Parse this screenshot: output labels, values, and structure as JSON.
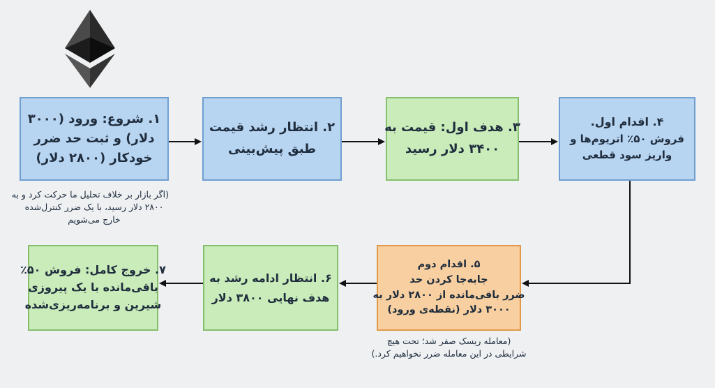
{
  "logo": {
    "name": "ethereum-logo-icon"
  },
  "steps": [
    {
      "id": "b1",
      "color": "blue",
      "lines": [
        "۱. شروع: ورود (۳۰۰۰",
        "دلار) و ثبت حد ضرر",
        "خودکار (۲۸۰۰ دلار)"
      ]
    },
    {
      "id": "b2",
      "color": "blue",
      "lines": [
        "۲. انتظار رشد قیمت",
        "طبق پیش‌بینی"
      ]
    },
    {
      "id": "b3",
      "color": "green",
      "lines": [
        "۳. هدف اول: قیمت به",
        "۳۴۰۰ دلار رسید"
      ]
    },
    {
      "id": "b4",
      "color": "blue",
      "lines": [
        "۴. اقدام اول.",
        "فروش ۵۰٪ اتریوم‌ها و",
        "واریز سود قطعی"
      ]
    },
    {
      "id": "b5",
      "color": "orange",
      "lines": [
        "۵. اقدام دوم",
        "جابه‌جا کردن حد",
        "ضرر باقی‌مانده از ۲۸۰۰ دلار به",
        "۳۰۰۰ دلار (نقطه‌ی ورود)"
      ]
    },
    {
      "id": "b6",
      "color": "green",
      "lines": [
        "۶. انتظار ادامه رشد به",
        "هدف نهایی ۳۸۰۰ دلار"
      ]
    },
    {
      "id": "b7",
      "color": "green",
      "lines": [
        "۷. خروج کامل: فروش ۵۰٪",
        "باقی‌مانده با یک پیروزی",
        "شیرین و برنامه‌ریزی‌شده"
      ]
    }
  ],
  "notes": {
    "note1": [
      "(اگر بازار بر خلاف تحلیل ما حرکت کرد و به",
      "۲۸۰۰ دلار رسید، با یک ضرر کنترل‌شده",
      "خارج می‌شویم"
    ],
    "note2": [
      "(معامله ریسک صفر شد؛ تحت هیچ",
      "شرایطی در این معامله ضرر نخواهیم کرد.)"
    ]
  },
  "colors": {
    "blue_fill": "#b7d4f1",
    "blue_border": "#6f9fd1",
    "green_fill": "#c9ecba",
    "green_border": "#86bf6c",
    "orange_fill": "#f8cfa0",
    "orange_border": "#e19a4a",
    "arrow": "#111111",
    "highlight_arrow": "#e09a55"
  }
}
